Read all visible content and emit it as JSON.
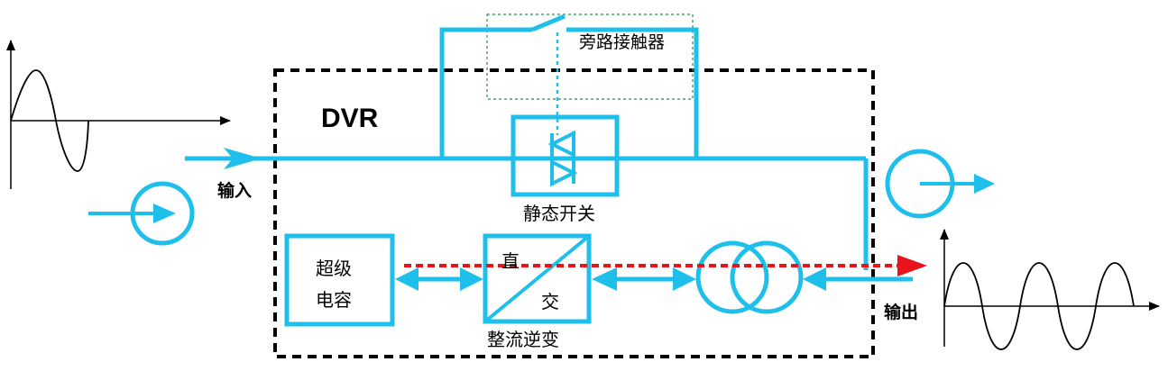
{
  "labels": {
    "dvr": "DVR",
    "input": "输入",
    "output": "输出",
    "static_switch": "静态开关",
    "bypass_contactor": "旁路接触器",
    "supercap_line1": "超级",
    "supercap_line2": "电容",
    "converter_dc": "直",
    "converter_ac": "交",
    "converter_name": "整流逆变"
  },
  "colors": {
    "line": "#1fbfec",
    "dvr_border": "#000000",
    "contactor_box": "#2e8b57",
    "energy_flow": "#e8141a",
    "waveform": "#000000"
  },
  "icons": {
    "input_source": "current-source-icon",
    "output_source": "current-source-icon",
    "transformer": "transformer-icon",
    "thyristor": "thyristor-icon",
    "converter": "dc-ac-converter-icon"
  }
}
